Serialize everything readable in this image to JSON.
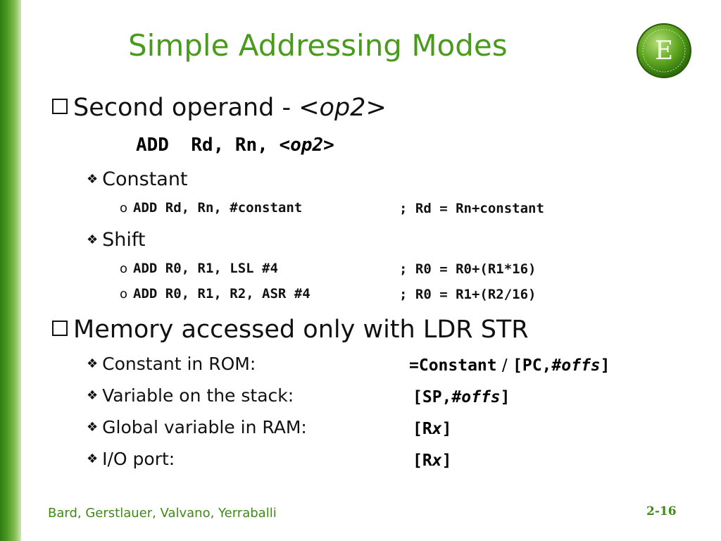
{
  "slide": {
    "title": "Simple Addressing Modes",
    "footer": "Bard, Gerstlauer, Valvano, Yerraballi",
    "page_number": "2-16",
    "logo_letter": "E"
  },
  "sections": [
    {
      "heading": "Second operand - ",
      "heading_italic": "<op2>",
      "code_line": "ADD  Rd, Rn, ",
      "code_italic": "<op2>",
      "subs": [
        {
          "label": "Constant",
          "items": [
            {
              "code": "ADD Rd, Rn, #constant",
              "comment": "; Rd = Rn+constant"
            }
          ]
        },
        {
          "label": "Shift",
          "items": [
            {
              "code": "ADD R0, R1, LSL #4",
              "comment": "; R0 = R0+(R1*16)"
            },
            {
              "code": "ADD R0, R1, R2, ASR #4",
              "comment": "; R0 = R1+(R2/16)"
            }
          ]
        }
      ]
    },
    {
      "heading": "Memory accessed only with LDR STR",
      "subs": [
        {
          "label": "Constant in ROM:",
          "value_a": "=Constant",
          "sep": " / ",
          "value_b_pre": "[PC,#",
          "value_b_it": "offs",
          "value_b_post": "]"
        },
        {
          "label": "Variable on the stack:",
          "value_pre": "[SP,#",
          "value_it": "offs",
          "value_post": "]"
        },
        {
          "label": "Global variable in RAM:",
          "value_pre": "[R",
          "value_it": "x",
          "value_post": "]"
        },
        {
          "label": "I/O port:",
          "value_pre": "[R",
          "value_it": "x",
          "value_post": "]"
        }
      ]
    }
  ]
}
